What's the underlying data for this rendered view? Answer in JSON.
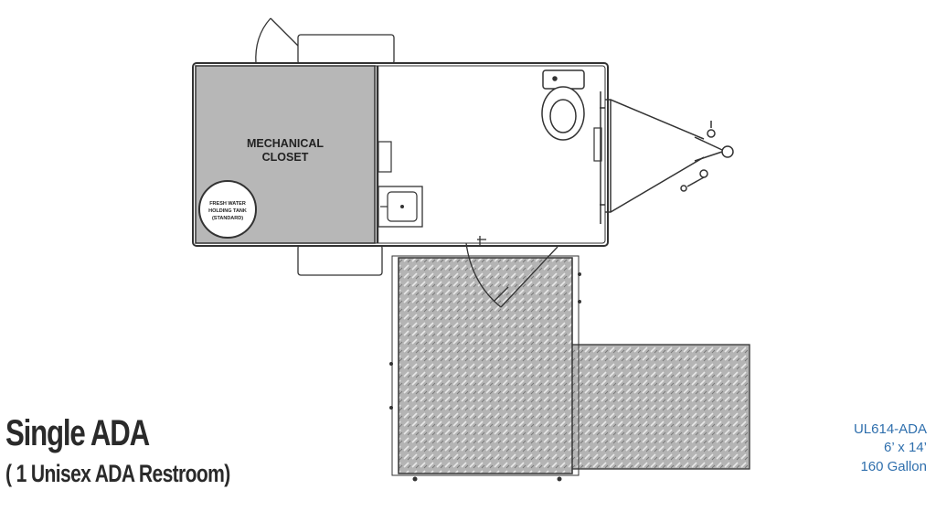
{
  "diagram": {
    "closet_label_line1": "MECHANICAL",
    "closet_label_line2": "CLOSET",
    "tank_label_line1": "FRESH WATER",
    "tank_label_line2": "HOLDING TANK",
    "tank_label_line3": "(STANDARD)"
  },
  "caption": {
    "title": "Single ADA",
    "subtitle": "( 1 Unisex ADA Restroom)"
  },
  "specs": {
    "model": "UL614-ADA",
    "size": "6’ x 14’",
    "capacity": "160 Gallon"
  },
  "colors": {
    "closet_fill": "#b7b7b7",
    "deck_fill": "#b4b4b4",
    "outline": "#333333",
    "spec_text": "#2f6fad"
  }
}
